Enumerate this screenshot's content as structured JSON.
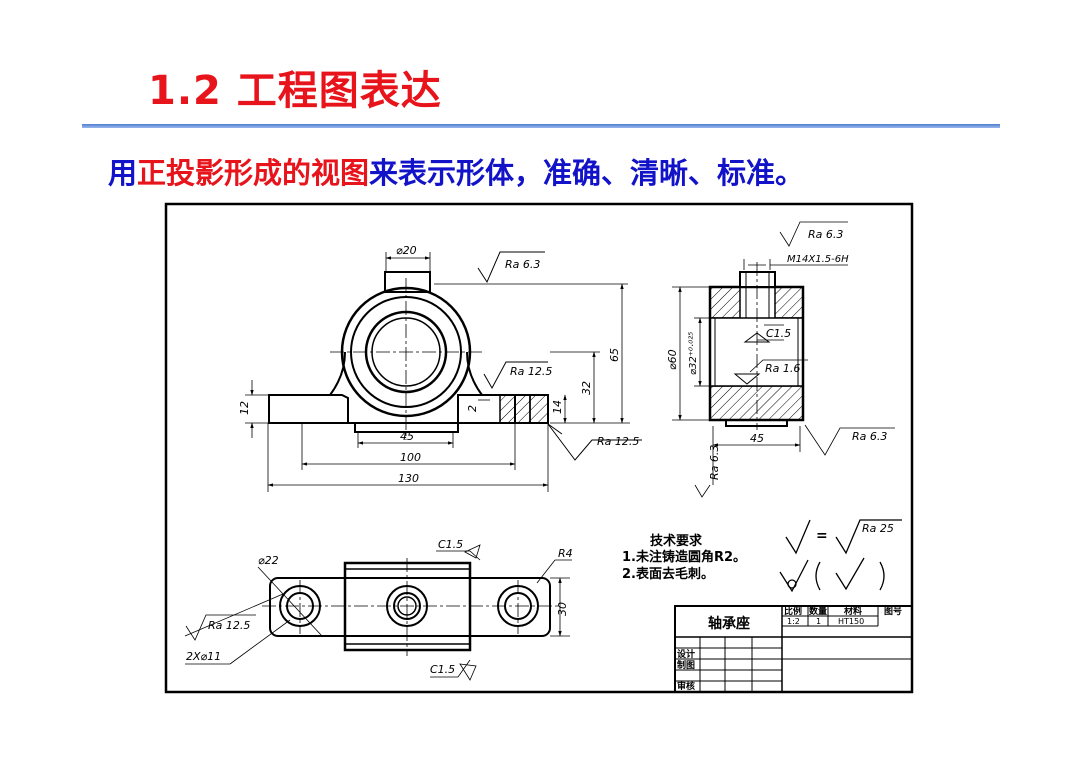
{
  "slide": {
    "title": "1.2 工程图表达",
    "subtitle": {
      "p1": "用",
      "p2": "正投影形成的视图",
      "p3": "来表示形体，准确、清晰、标准。"
    }
  },
  "drawing": {
    "front": {
      "d_boss": "⌀20",
      "ra_top": "Ra 6.3",
      "ra_mid": "Ra 12.5",
      "ra_bot": "Ra 12.5",
      "dim_45": "45",
      "dim_100": "100",
      "dim_130": "130",
      "dim_65": "65",
      "dim_32": "32",
      "dim_14": "14",
      "dim_12": "12",
      "dim_2": "2"
    },
    "side": {
      "ra_top": "Ra 6.3",
      "thread": "M14X1.5-6H",
      "chamfer": "C1.5",
      "ra_bore": "Ra 1.6",
      "ra_right": "Ra 6.3",
      "ra_left": "Ra 6.3",
      "d_outer": "⌀60",
      "d_bore": "⌀32⁺⁰·⁰²⁵",
      "dim_45": "45"
    },
    "top": {
      "d_22": "⌀22",
      "chamfer_top": "C1.5",
      "r4": "R4",
      "dim_30": "30",
      "ra": "Ra 12.5",
      "holes": "2X⌀11",
      "chamfer_bot": "C1.5"
    },
    "notes": {
      "title": "技术要求",
      "line1": "1.未注铸造圆角R2。",
      "line2": "2.表面去毛刺。",
      "ra_eq": "Ra 25",
      "eq": "="
    },
    "title_block": {
      "name": "轴承座",
      "h_scale": "比例",
      "h_qty": "数量",
      "h_material": "材料",
      "h_drawing_no": "图号",
      "scale": "1:2",
      "qty": "1",
      "material": "HT150",
      "design": "设计",
      "draw": "制图",
      "review": "审核"
    }
  }
}
